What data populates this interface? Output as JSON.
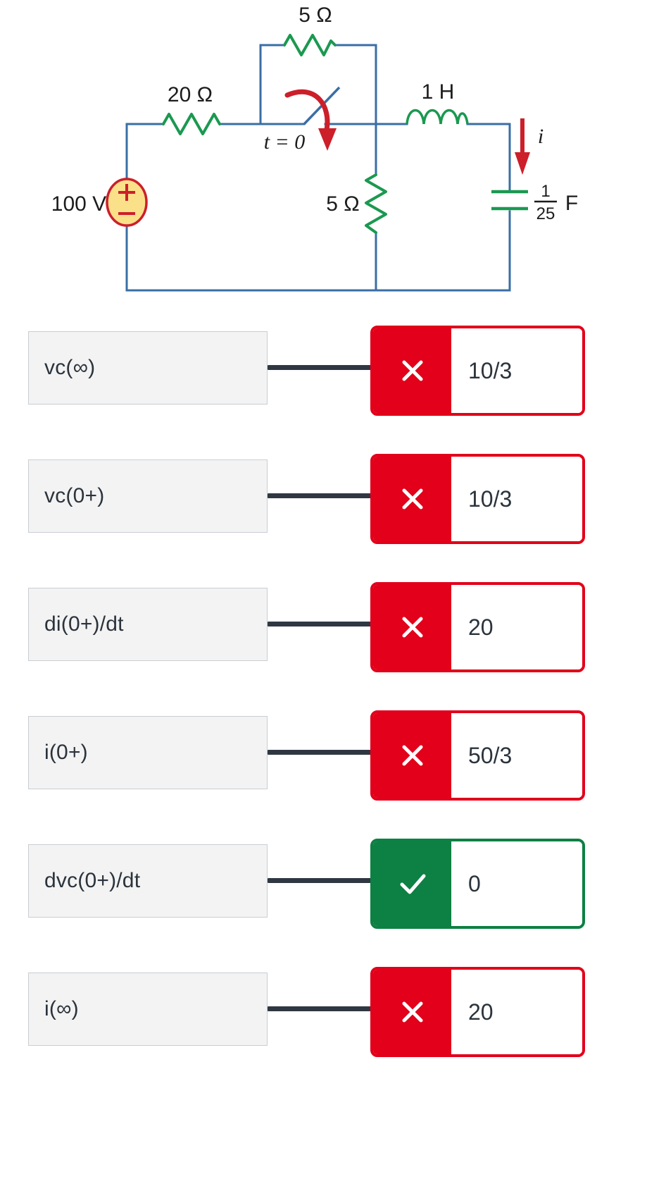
{
  "circuit": {
    "source_label": "100 V",
    "source_plus": "+",
    "source_minus": "−",
    "r_series_label": "20 Ω",
    "r_top_label": "5 Ω",
    "r_shunt_label": "5 Ω",
    "switch_label": "t = 0",
    "inductor_label": "1 H",
    "cap_numerator": "1",
    "cap_denominator": "25",
    "cap_unit": "F",
    "current_label": "i",
    "colors": {
      "wire": "#3a6ea5",
      "component": "#1a9950",
      "accent_red": "#cc1f2a",
      "source_fill": "#fbe08a",
      "source_stroke": "#cc1f2a"
    }
  },
  "rows": [
    {
      "label": "vc(∞)",
      "status": "wrong",
      "icon": "cross-icon",
      "value": "10/3"
    },
    {
      "label": "vc(0+)",
      "status": "wrong",
      "icon": "cross-icon",
      "value": "10/3"
    },
    {
      "label": "di(0+)/dt",
      "status": "wrong",
      "icon": "cross-icon",
      "value": "20"
    },
    {
      "label": "i(0+)",
      "status": "wrong",
      "icon": "cross-icon",
      "value": "50/3"
    },
    {
      "label": "dvc(0+)/dt",
      "status": "correct",
      "icon": "check-icon",
      "value": "0"
    },
    {
      "label": "i(∞)",
      "status": "wrong",
      "icon": "cross-icon",
      "value": "20"
    }
  ],
  "status_colors": {
    "wrong": "#e2001a",
    "correct": "#0d8043"
  }
}
